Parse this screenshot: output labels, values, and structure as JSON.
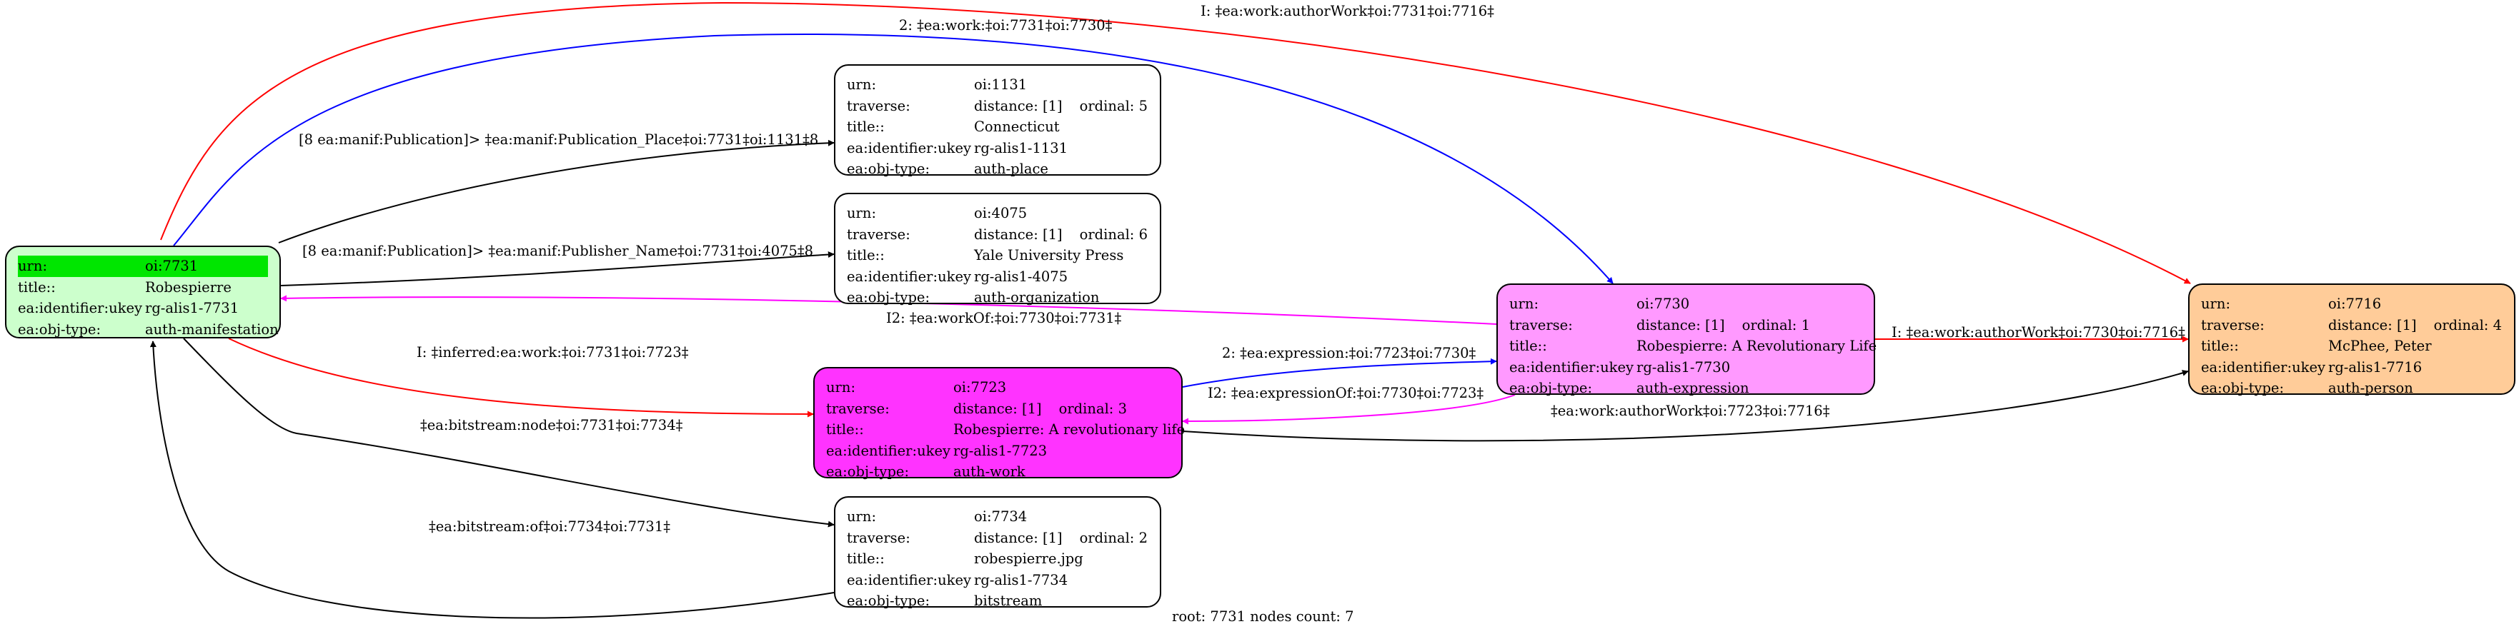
{
  "graph": {
    "nodes": [
      {
        "id": "oi7731",
        "fill": "#ccffcc",
        "rows": [
          {
            "k": "urn:",
            "v": "oi:7731",
            "hl": true
          },
          {
            "k": "title::",
            "v": "Robespierre"
          },
          {
            "k": "ea:identifier:ukey",
            "v": "rg-alis1-7731"
          },
          {
            "k": "ea:obj-type:",
            "v": "auth-manifestation"
          }
        ]
      },
      {
        "id": "oi1131",
        "fill": "#ffffff",
        "rows": [
          {
            "k": "urn:",
            "v": "oi:1131"
          },
          {
            "k": "traverse:",
            "v": "distance: [1]",
            "ord": "ordinal: 5"
          },
          {
            "k": "title::",
            "v": "Connecticut"
          },
          {
            "k": "ea:identifier:ukey",
            "v": "rg-alis1-1131"
          },
          {
            "k": "ea:obj-type:",
            "v": "auth-place"
          }
        ]
      },
      {
        "id": "oi4075",
        "fill": "#ffffff",
        "rows": [
          {
            "k": "urn:",
            "v": "oi:4075"
          },
          {
            "k": "traverse:",
            "v": "distance: [1]",
            "ord": "ordinal: 6"
          },
          {
            "k": "title::",
            "v": "Yale University Press"
          },
          {
            "k": "ea:identifier:ukey",
            "v": "rg-alis1-4075"
          },
          {
            "k": "ea:obj-type:",
            "v": "auth-organization"
          }
        ]
      },
      {
        "id": "oi7730",
        "fill": "#ff99ff",
        "rows": [
          {
            "k": "urn:",
            "v": "oi:7730"
          },
          {
            "k": "traverse:",
            "v": "distance: [1]",
            "ord": "ordinal: 1"
          },
          {
            "k": "title::",
            "v": "Robespierre: A Revolutionary Life"
          },
          {
            "k": "ea:identifier:ukey",
            "v": "rg-alis1-7730"
          },
          {
            "k": "ea:obj-type:",
            "v": "auth-expression"
          }
        ]
      },
      {
        "id": "oi7716",
        "fill": "#ffcc99",
        "rows": [
          {
            "k": "urn:",
            "v": "oi:7716"
          },
          {
            "k": "traverse:",
            "v": "distance: [1]",
            "ord": "ordinal: 4"
          },
          {
            "k": "title::",
            "v": "McPhee, Peter"
          },
          {
            "k": "ea:identifier:ukey",
            "v": "rg-alis1-7716"
          },
          {
            "k": "ea:obj-type:",
            "v": "auth-person"
          }
        ]
      },
      {
        "id": "oi7723",
        "fill": "#ff33ff",
        "rows": [
          {
            "k": "urn:",
            "v": "oi:7723"
          },
          {
            "k": "traverse:",
            "v": "distance: [1]",
            "ord": "ordinal: 3"
          },
          {
            "k": "title::",
            "v": "Robespierre: A revolutionary life"
          },
          {
            "k": "ea:identifier:ukey",
            "v": "rg-alis1-7723"
          },
          {
            "k": "ea:obj-type:",
            "v": "auth-work"
          }
        ]
      },
      {
        "id": "oi7734",
        "fill": "#ffffff",
        "rows": [
          {
            "k": "urn:",
            "v": "oi:7734"
          },
          {
            "k": "traverse:",
            "v": "distance: [1]",
            "ord": "ordinal: 2"
          },
          {
            "k": "title::",
            "v": "robespierre.jpg"
          },
          {
            "k": "ea:identifier:ukey",
            "v": "rg-alis1-7734"
          },
          {
            "k": "ea:obj-type:",
            "v": "bitstream"
          }
        ]
      }
    ],
    "edges": [
      {
        "from": "oi7731",
        "to": "oi7716",
        "color": "#ff0000",
        "label": "I: ‡ea:work:authorWork‡oi:7731‡oi:7716‡"
      },
      {
        "from": "oi7731",
        "to": "oi7730",
        "color": "#0000ff",
        "label": "2: ‡ea:work:‡oi:7731‡oi:7730‡"
      },
      {
        "from": "oi7731",
        "to": "oi1131",
        "color": "#000000",
        "label": "[8 ea:manif:Publication]> ‡ea:manif:Publication_Place‡oi:7731‡oi:1131‡8"
      },
      {
        "from": "oi7731",
        "to": "oi4075",
        "color": "#000000",
        "label": "[8 ea:manif:Publication]> ‡ea:manif:Publisher_Name‡oi:7731‡oi:4075‡8"
      },
      {
        "from": "oi7730",
        "to": "oi7731",
        "color": "#ff00ff",
        "label": "I2: ‡ea:workOf:‡oi:7730‡oi:7731‡"
      },
      {
        "from": "oi7731",
        "to": "oi7723",
        "color": "#ff0000",
        "label": "I: ‡inferred:ea:work:‡oi:7731‡oi:7723‡"
      },
      {
        "from": "oi7731",
        "to": "oi7734",
        "color": "#000000",
        "label": "‡ea:bitstream:node‡oi:7731‡oi:7734‡"
      },
      {
        "from": "oi7734",
        "to": "oi7731",
        "color": "#000000",
        "label": "‡ea:bitstream:of‡oi:7734‡oi:7731‡"
      },
      {
        "from": "oi7723",
        "to": "oi7730",
        "color": "#0000ff",
        "label": "2: ‡ea:expression:‡oi:7723‡oi:7730‡"
      },
      {
        "from": "oi7730",
        "to": "oi7723",
        "color": "#ff00ff",
        "label": "I2: ‡ea:expressionOf:‡oi:7730‡oi:7723‡"
      },
      {
        "from": "oi7730",
        "to": "oi7716",
        "color": "#ff0000",
        "label": "I: ‡ea:work:authorWork‡oi:7730‡oi:7716‡"
      },
      {
        "from": "oi7723",
        "to": "oi7716",
        "color": "#000000",
        "label": "‡ea:work:authorWork‡oi:7723‡oi:7716‡"
      }
    ]
  },
  "footer": "root: 7731 nodes count: 7"
}
